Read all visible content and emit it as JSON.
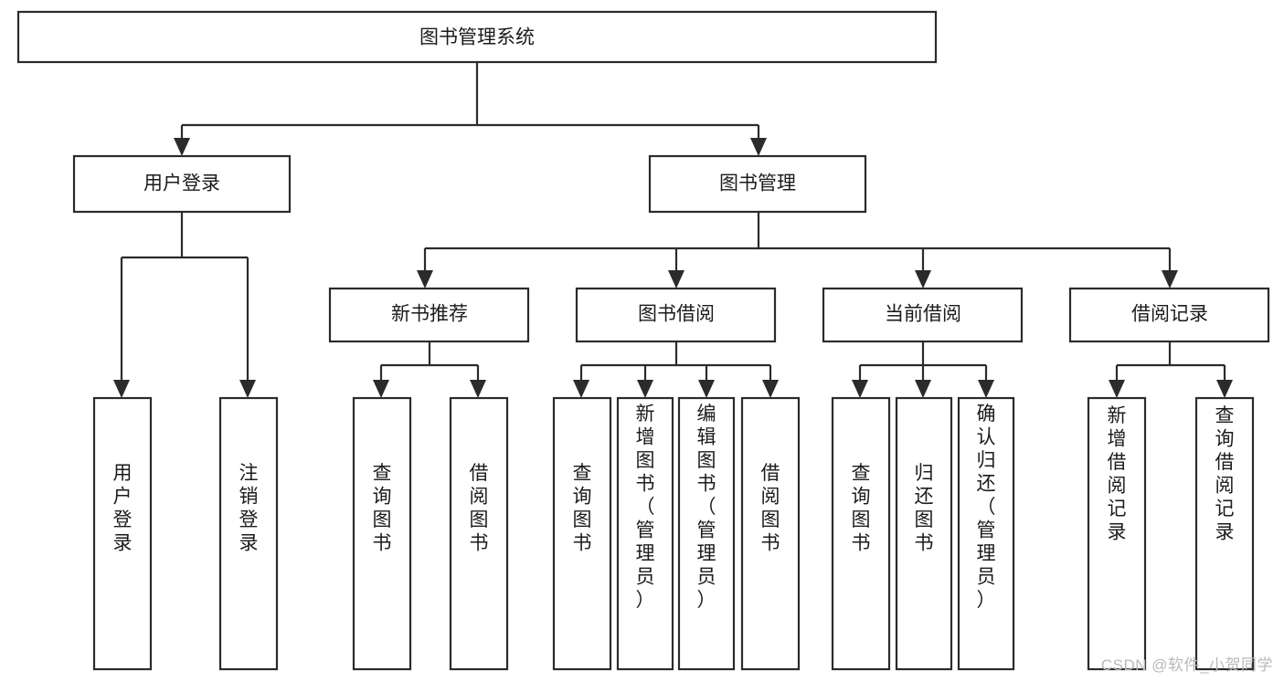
{
  "diagram": {
    "type": "tree-hierarchy",
    "orientation": "top-down",
    "title": "图书管理系统",
    "root": {
      "id": "root",
      "label": "图书管理系统"
    },
    "level2": [
      {
        "id": "user-login",
        "label": "用户登录"
      },
      {
        "id": "book-management",
        "label": "图书管理"
      }
    ],
    "level3": [
      {
        "id": "new-book-recommend",
        "label": "新书推荐",
        "parent": "book-management"
      },
      {
        "id": "book-borrow",
        "label": "图书借阅",
        "parent": "book-management"
      },
      {
        "id": "current-borrow",
        "label": "当前借阅",
        "parent": "book-management"
      },
      {
        "id": "borrow-record",
        "label": "借阅记录",
        "parent": "book-management"
      }
    ],
    "leaves": [
      {
        "id": "leaf-user-login",
        "label": "用户登录",
        "parent": "user-login"
      },
      {
        "id": "leaf-logout-login",
        "label": "注销登录",
        "parent": "user-login"
      },
      {
        "id": "leaf-query-book-1",
        "label": "查询图书",
        "parent": "new-book-recommend"
      },
      {
        "id": "leaf-borrow-book-1",
        "label": "借阅图书",
        "parent": "new-book-recommend"
      },
      {
        "id": "leaf-query-book-2",
        "label": "查询图书",
        "parent": "book-borrow"
      },
      {
        "id": "leaf-add-book",
        "label": "新增图书（管理员）",
        "parent": "book-borrow"
      },
      {
        "id": "leaf-edit-book",
        "label": "编辑图书（管理员）",
        "parent": "book-borrow"
      },
      {
        "id": "leaf-borrow-book-2",
        "label": "借阅图书",
        "parent": "book-borrow"
      },
      {
        "id": "leaf-query-book-3",
        "label": "查询图书",
        "parent": "current-borrow"
      },
      {
        "id": "leaf-return-book",
        "label": "归还图书",
        "parent": "current-borrow"
      },
      {
        "id": "leaf-confirm-return",
        "label": "确认归还（管理员）",
        "parent": "current-borrow"
      },
      {
        "id": "leaf-add-record",
        "label": "新增借阅记录",
        "parent": "borrow-record"
      },
      {
        "id": "leaf-query-record",
        "label": "查询借阅记录",
        "parent": "borrow-record"
      }
    ],
    "colors": {
      "box_stroke": "#2b2b2b",
      "box_fill": "#ffffff",
      "connector": "#2b2b2b",
      "text": "#1b1b1b",
      "background": "#ffffff",
      "watermark": "#b9b9b9"
    }
  },
  "watermark": {
    "text": "CSDN @软件_小贺同学"
  }
}
